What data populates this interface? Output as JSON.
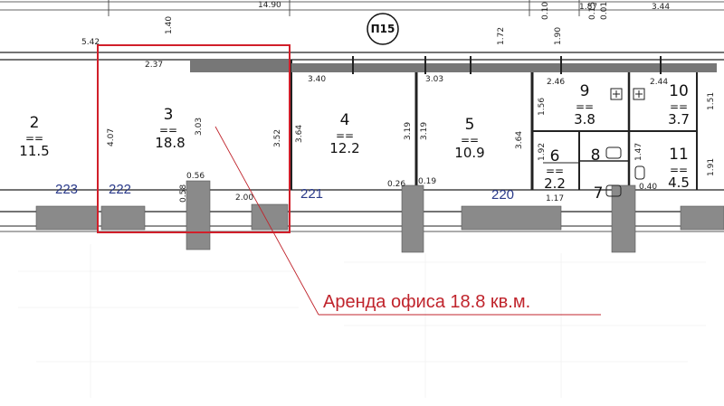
{
  "axis_label": "П15",
  "highlight_color": "#d11f2a",
  "ad": {
    "text": "Аренда офиса 18.8 кв.м.",
    "color": "#c0242c"
  },
  "building_numbers": [
    "223",
    "222",
    "221",
    "220"
  ],
  "rooms": [
    {
      "number": "2",
      "sep": "==",
      "area": "11.5"
    },
    {
      "number": "3",
      "sep": "==",
      "area": "18.8"
    },
    {
      "number": "4",
      "sep": "==",
      "area": "12.2"
    },
    {
      "number": "5",
      "sep": "==",
      "area": "10.9"
    },
    {
      "number": "9",
      "sep": "==",
      "area": "3.8"
    },
    {
      "number": "10",
      "sep": "==",
      "area": "3.7"
    },
    {
      "number": "6",
      "sep": "==",
      "area": "2.2"
    },
    {
      "number": "8",
      "sep": "",
      "area": ""
    },
    {
      "number": "7",
      "sep": "",
      "area": ""
    },
    {
      "number": "11",
      "sep": "==",
      "area": "4.5"
    }
  ],
  "dimensions": {
    "top_1490": "14.90",
    "top_542": "5.42",
    "top_140": "1.40",
    "top_237": "2.37",
    "top_340": "3.40",
    "top_303": "3.03",
    "top_172": "1.72",
    "top_190": "1.90",
    "top_344": "3.44",
    "top_246": "2.46",
    "top_244": "2.44",
    "v_407": "4.07",
    "v_303": "3.03",
    "v_352": "3.52",
    "v_364a": "3.64",
    "v_319a": "3.19",
    "v_319b": "3.19",
    "v_364b": "3.64",
    "v_156": "1.56",
    "v_151": "1.51",
    "v_192": "1.92",
    "v_147": "1.47",
    "v_191": "1.91",
    "b_056": "0.56",
    "b_058": "0.58",
    "b_200": "2.00",
    "b_026": "0.26",
    "b_019": "0.19",
    "b_117": "1.17",
    "b_040": "0.40",
    "top_010": "0.10",
    "top_187": "1.87",
    "top_015": "0.15",
    "top_001": "0.01"
  }
}
